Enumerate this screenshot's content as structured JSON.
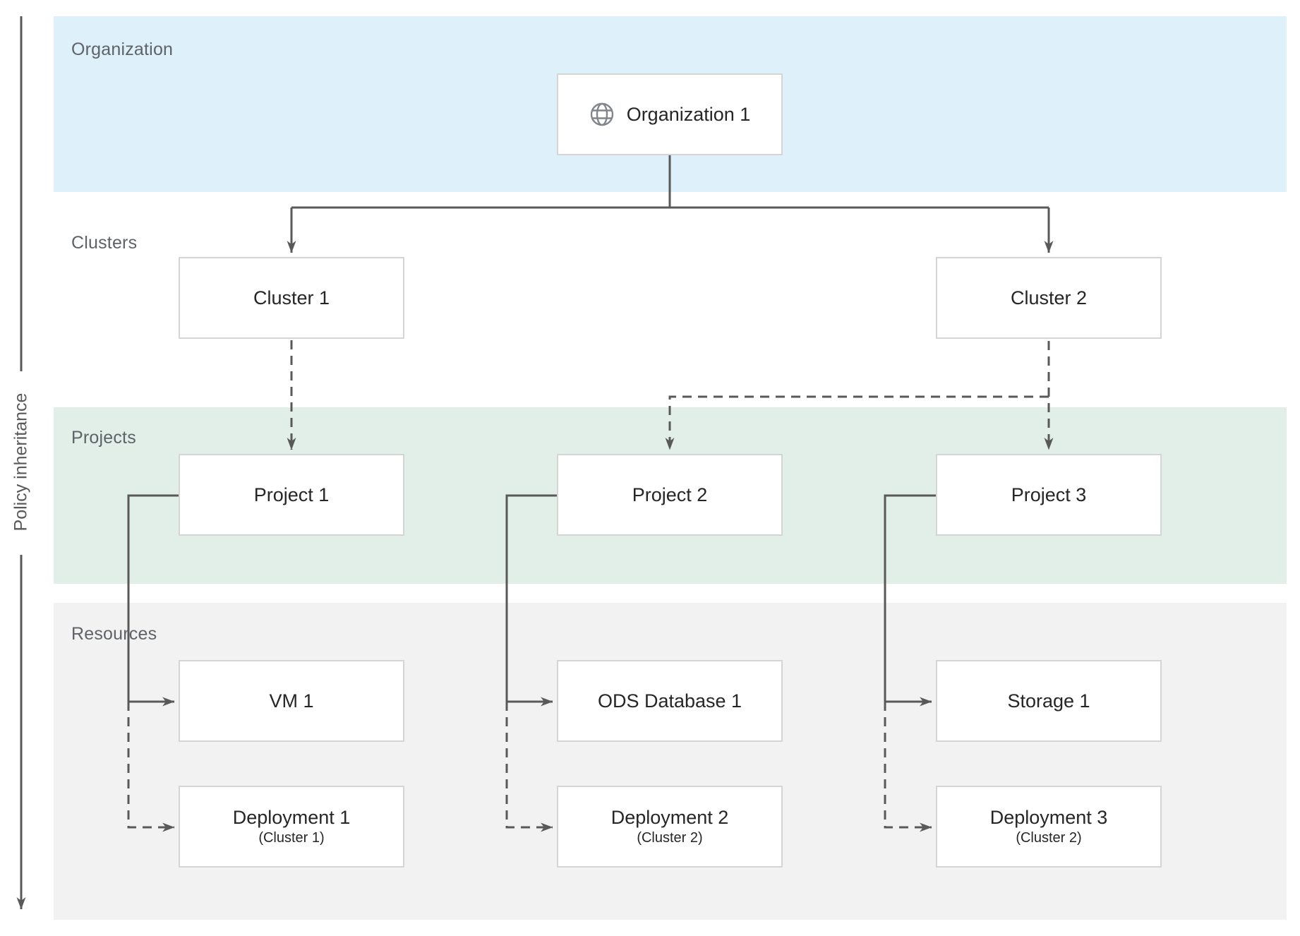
{
  "colors": {
    "band-organization": "#def0fa",
    "band-projects": "#e1efe8",
    "band-resources": "#f2f2f2",
    "line-color": "#595959",
    "band-label-color": "#5f6368",
    "node-text-color": "#262626",
    "node-border-color": "#d5d5d5",
    "node-bg": "#ffffff",
    "icon-color": "#80868b"
  },
  "axis": {
    "label": "Policy inheritance"
  },
  "bands": {
    "organization": {
      "label": "Organization"
    },
    "clusters": {
      "label": "Clusters"
    },
    "projects": {
      "label": "Projects"
    },
    "resources": {
      "label": "Resources"
    }
  },
  "nodes": {
    "organization1": {
      "label": "Organization 1",
      "icon": "globe-icon"
    },
    "cluster1": {
      "label": "Cluster 1"
    },
    "cluster2": {
      "label": "Cluster 2"
    },
    "project1": {
      "label": "Project 1"
    },
    "project2": {
      "label": "Project 2"
    },
    "project3": {
      "label": "Project 3"
    },
    "vm1": {
      "label": "VM 1"
    },
    "odsdatabase1": {
      "label": "ODS Database 1"
    },
    "storage1": {
      "label": "Storage 1"
    },
    "deployment1": {
      "label": "Deployment 1",
      "sublabel": "(Cluster 1)"
    },
    "deployment2": {
      "label": "Deployment 2",
      "sublabel": "(Cluster 2)"
    },
    "deployment3": {
      "label": "Deployment 3",
      "sublabel": "(Cluster 2)"
    }
  }
}
